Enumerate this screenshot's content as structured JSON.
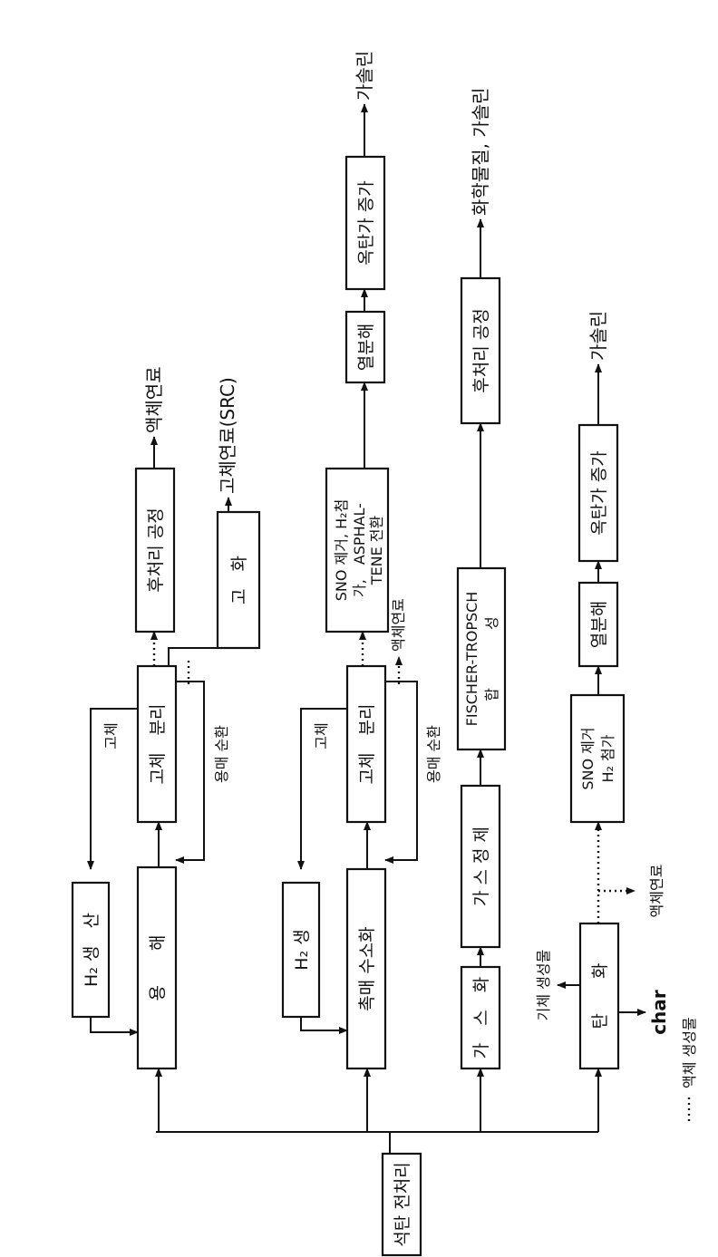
{
  "labels": {
    "pretreat": "석탄 전처리",
    "r1_dissolve": "용　　해",
    "r1_h2": "H₂ 생　산",
    "r1_solid": "고체",
    "r1_sep": "고체　분리",
    "r1_recycle": "용매 순환",
    "r1_post": "후처리 공정",
    "r1_out_liquid": "액체연료",
    "r1_solidify": "고　화",
    "r1_out_src": "고체연료(SRC)",
    "r2_hydro": "촉매 수소화",
    "r2_h2": "H₂ 생",
    "r2_solid": "고체",
    "r2_sep": "고체　분리",
    "r2_recycle": "용매 순환",
    "r2_liquid_side": "액체연료",
    "r2_sno_1": "SNO 제거, H₂첨",
    "r2_sno_2": "가,　ASPHAL-",
    "r2_sno_3": "TENE 전환",
    "r2_pyro": "열분해",
    "r2_upgrade": "옥탄가 증가",
    "r2_out": "가솔린",
    "r3_gasify": "가　스　화",
    "r3_clean": "가 스 정 제",
    "r3_ft_1": "FISCHER-TROPSCH",
    "r3_ft_2": "합　　　　성",
    "r3_post": "후처리 공정",
    "r3_out": "화학물질, 가솔린",
    "r4_carbon": "탄　　화",
    "r4_gas_prod": "기체 생성물",
    "r4_char": "char",
    "r4_liquid": "액체연료",
    "r4_sno_1": "SNO 제거",
    "r4_sno_2": "H₂ 첨가",
    "r4_pyro": "열분해",
    "r4_upgrade": "옥탄가 증가",
    "r4_out": "가솔린",
    "legend": "액체 생성물"
  }
}
